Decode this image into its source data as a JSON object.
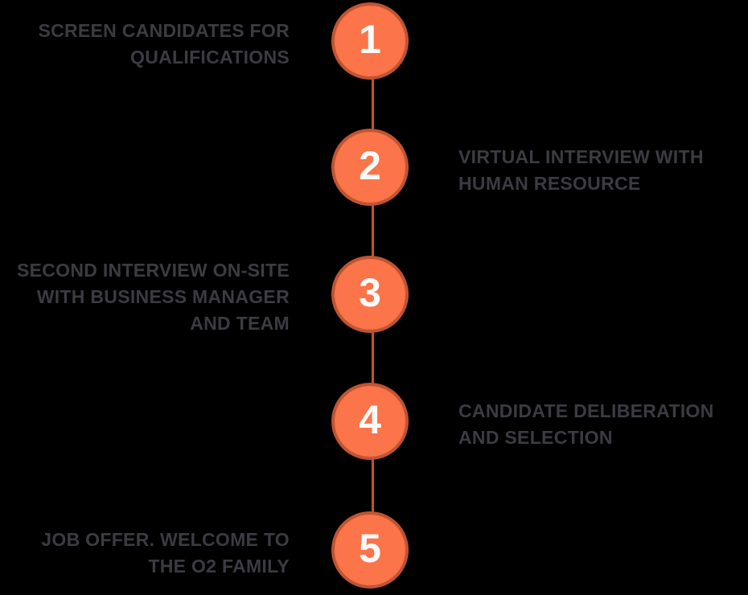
{
  "diagram": {
    "type": "vertical-process-timeline",
    "background_color": "#000000",
    "theme": {
      "circle_fill": "#FB744A",
      "circle_border": "#BF5530",
      "connector_color": "#BC5530",
      "number_color": "#FAFAF8",
      "label_color": "#3B3B43"
    }
  },
  "steps": [
    {
      "number": "1",
      "side": "left",
      "label": "SCREEN CANDIDATES FOR QUALIFICATIONS",
      "lines": [
        "SCREEN CANDIDATES FOR",
        "QUALIFICATIONS"
      ]
    },
    {
      "number": "2",
      "side": "right",
      "label": "VIRTUAL INTERVIEW WITH HUMAN RESOURCE",
      "lines": [
        "VIRTUAL INTERVIEW WITH",
        "HUMAN RESOURCE"
      ]
    },
    {
      "number": "3",
      "side": "left",
      "label": "SECOND INTERVIEW ON-SITE WITH BUSINESS MANAGER AND TEAM",
      "lines": [
        "SECOND INTERVIEW ON-SITE",
        "WITH BUSINESS MANAGER",
        "AND TEAM"
      ]
    },
    {
      "number": "4",
      "side": "right",
      "label": "CANDIDATE DELIBERATION AND SELECTION",
      "lines": [
        "CANDIDATE DELIBERATION",
        "AND SELECTION"
      ]
    },
    {
      "number": "5",
      "side": "left",
      "label": "JOB OFFER. WELCOME TO THE O2 FAMILY",
      "lines": [
        "JOB OFFER. WELCOME TO",
        "THE O2 FAMILY"
      ]
    }
  ]
}
